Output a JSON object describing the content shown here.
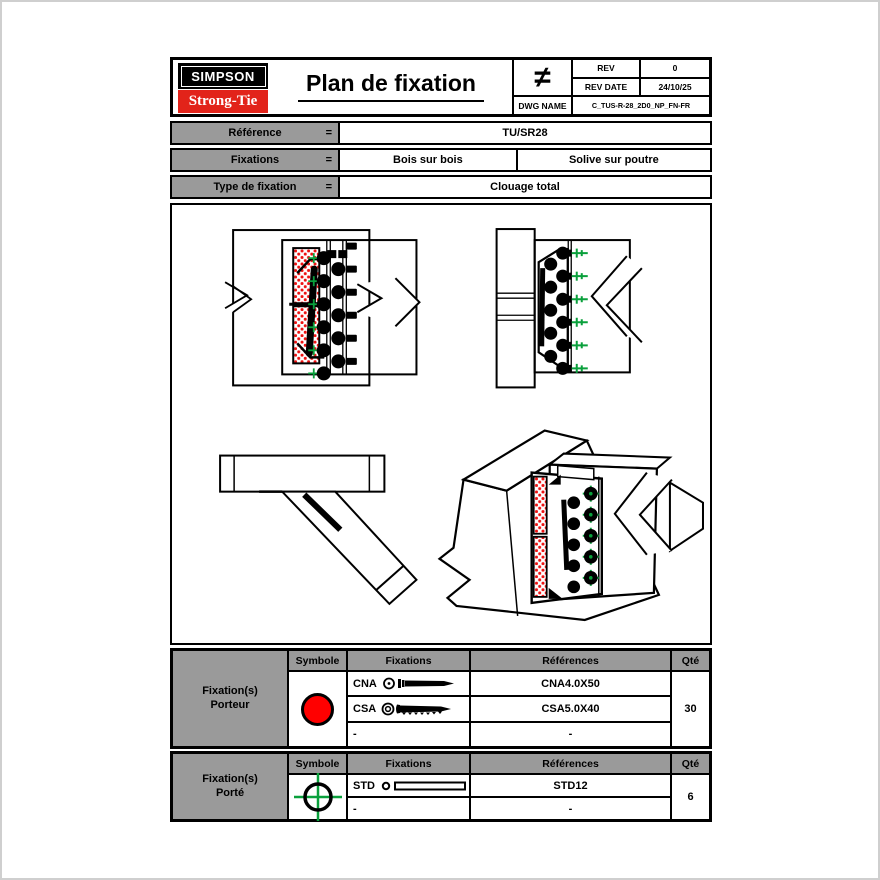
{
  "header": {
    "logo": {
      "line1": "SIMPSON",
      "line2": "Strong-Tie"
    },
    "title": "Plan de fixation",
    "projection_symbol": "≠",
    "rev_label": "REV",
    "rev_value": "0",
    "rev_date_label": "REV DATE",
    "rev_date_value": "24/10/25",
    "dwg_name_label": "DWG NAME",
    "dwg_name_value": "C_TUS-R-28_2D0_NP_FN-FR"
  },
  "info_table": {
    "rows": [
      {
        "label": "Référence",
        "eq": "=",
        "value1": "TU/SR28",
        "value2": ""
      },
      {
        "label": "Fixations",
        "eq": "=",
        "value1": "Bois sur bois",
        "value2": "Solive sur poutre"
      },
      {
        "label": "Type de fixation",
        "eq": "=",
        "value1": "Clouage total",
        "value2": ""
      }
    ]
  },
  "fixation_tables": [
    {
      "group_line1": "Fixation(s)",
      "group_line2": "Porteur",
      "headers": [
        "Symbole",
        "Fixations",
        "Références",
        "Qté"
      ],
      "symbol": "red-filled-circle",
      "rows": [
        {
          "code": "CNA",
          "icon": "nail",
          "reference": "CNA4.0X50"
        },
        {
          "code": "CSA",
          "icon": "screw",
          "reference": "CSA5.0X40"
        },
        {
          "code": "-",
          "icon": "",
          "reference": "-"
        }
      ],
      "qty": "30"
    },
    {
      "group_line1": "Fixation(s)",
      "group_line2": "Porté",
      "headers": [
        "Symbole",
        "Fixations",
        "Références",
        "Qté"
      ],
      "symbol": "green-crosshair-circle",
      "rows": [
        {
          "code": "STD",
          "icon": "dowel",
          "reference": "STD12"
        },
        {
          "code": "-",
          "icon": "",
          "reference": "-"
        }
      ],
      "qty": "6"
    }
  ],
  "colors": {
    "brand_red": "#e2231a",
    "table_gray": "#9a9a9a",
    "symbol_red": "#ff0000",
    "symbol_green": "#0aa03c",
    "hatch_red": "#ee1111"
  }
}
